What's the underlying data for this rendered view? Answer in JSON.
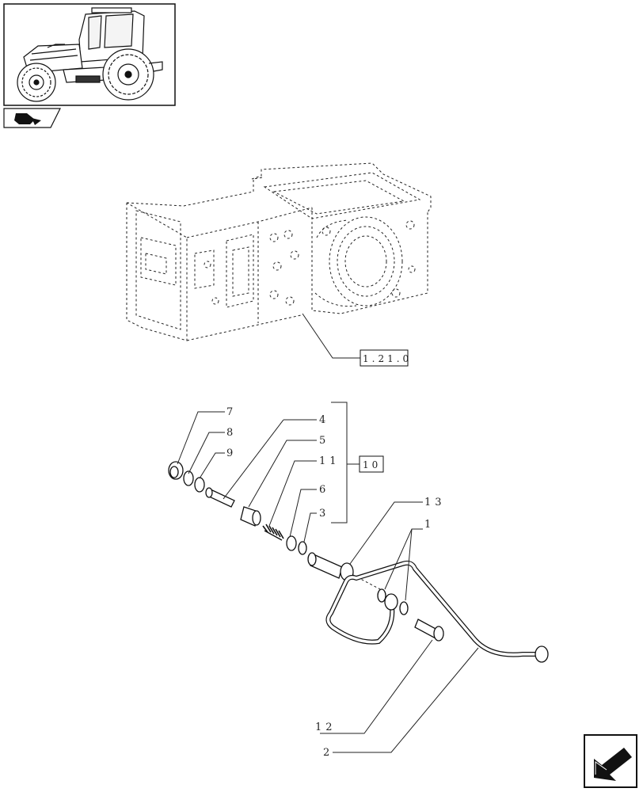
{
  "thumbnail": {
    "icon": "tractor-icon"
  },
  "section_tab": {
    "icon": "transmission-icon"
  },
  "nav": {
    "icon": "previous-page-arrow-icon"
  },
  "references": {
    "housing": "1.21.0",
    "assembly": "10"
  },
  "callouts": {
    "c7": "7",
    "c8": "8",
    "c9": "9",
    "c4": "4",
    "c5": "5",
    "c11": "11",
    "c6": "6",
    "c3": "3",
    "c13": "13",
    "c1": "1",
    "c12": "12",
    "c2": "2"
  }
}
